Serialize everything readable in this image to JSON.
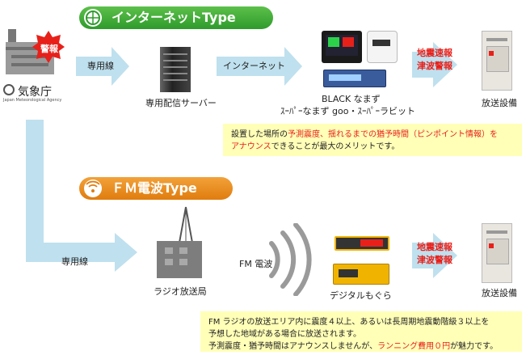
{
  "internet_type": {
    "badge": "インターネットType",
    "jma_label": "気象庁",
    "jma_sub": "Japan Meteorological Agency",
    "alert_badge": "警報",
    "link1": "専用線",
    "server_label": "専用配信サーバー",
    "link2": "インターネット",
    "device_label_1": "BLACK なまず",
    "device_label_2": "ｽｰﾊﾟｰなまず goo・ｽｰﾊﾟｰラビット",
    "quake_1": "地震速報",
    "quake_2": "津波警報",
    "broadcast_label": "放送設備",
    "note": {
      "p1": "設置した場所の",
      "r1": "予測震度、揺れるまでの猶予時間（ピンポイント情報）を",
      "r2": "アナウンス",
      "p2": "できることが最大のメリットです。"
    }
  },
  "fm_type": {
    "badge": "ＦＭ電波Type",
    "link1": "専用線",
    "station_label": "ラジオ放送局",
    "wave_label": "FM 電波",
    "device_label": "デジタルもぐら",
    "quake_1": "地震速報",
    "quake_2": "津波警報",
    "broadcast_label": "放送設備",
    "note": {
      "line1": "FM ラジオの放送エリア内に震度４以上、あるいは長周期地震動階級３以上を",
      "line2": "予想した地域がある場合に放送されます。",
      "line3a": "予測震度・猶予時間はアナウンスしませんが、",
      "line3b": "ランニング費用０円",
      "line3c": "が魅力です。"
    }
  },
  "colors": {
    "arrow": "#bfe0ee",
    "accent_red": "#e8201a",
    "note_bg": "#ffffb8"
  }
}
